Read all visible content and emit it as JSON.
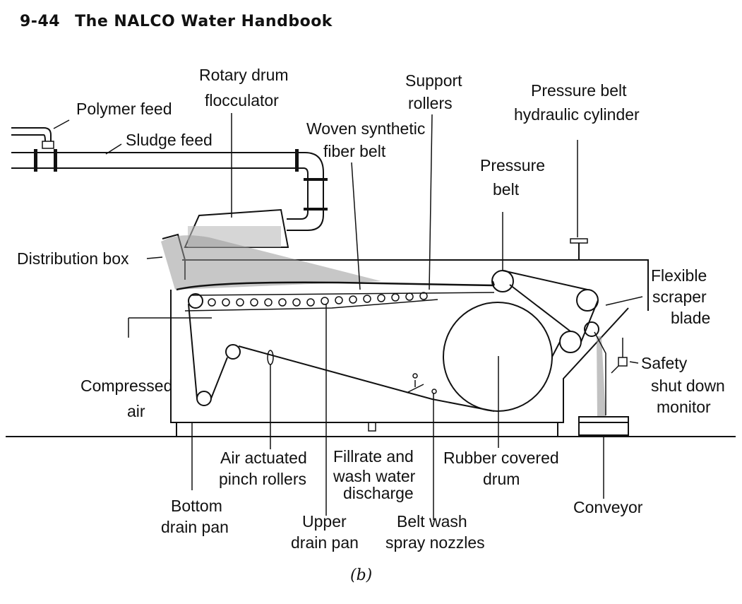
{
  "header": {
    "page_number": "9-44",
    "book_title": "The NALCO Water Handbook"
  },
  "labels": {
    "polymer_feed": "Polymer feed",
    "rotary_1": "Rotary drum",
    "rotary_2": "flocculator",
    "sludge_feed": "Sludge feed",
    "woven_1": "Woven synthetic",
    "woven_2": "fiber belt",
    "support_1": "Support",
    "support_2": "rollers",
    "pbhc_1": "Pressure belt",
    "pbhc_2": "hydraulic cylinder",
    "pressure_belt_1": "Pressure",
    "pressure_belt_2": "belt",
    "distribution_box": "Distribution box",
    "flexible_1": "Flexible",
    "flexible_2": "scraper",
    "flexible_3": "blade",
    "safety_1": "Safety",
    "safety_2": "shut down",
    "safety_3": "monitor",
    "compressed_1": "Compressed",
    "compressed_2": "air",
    "air_pinch_1": "Air actuated",
    "air_pinch_2": "pinch rollers",
    "filtrate_1": "Fillrate and",
    "filtrate_2": "wash water",
    "filtrate_3": "discharge",
    "rubber_1": "Rubber covered",
    "rubber_2": "drum",
    "bottom_1": "Bottom",
    "bottom_2": "drain pan",
    "upper_1": "Upper",
    "upper_2": "drain pan",
    "beltwash_1": "Belt wash",
    "beltwash_2": "spray nozzles",
    "conveyor": "Conveyor"
  },
  "caption": "(b)"
}
